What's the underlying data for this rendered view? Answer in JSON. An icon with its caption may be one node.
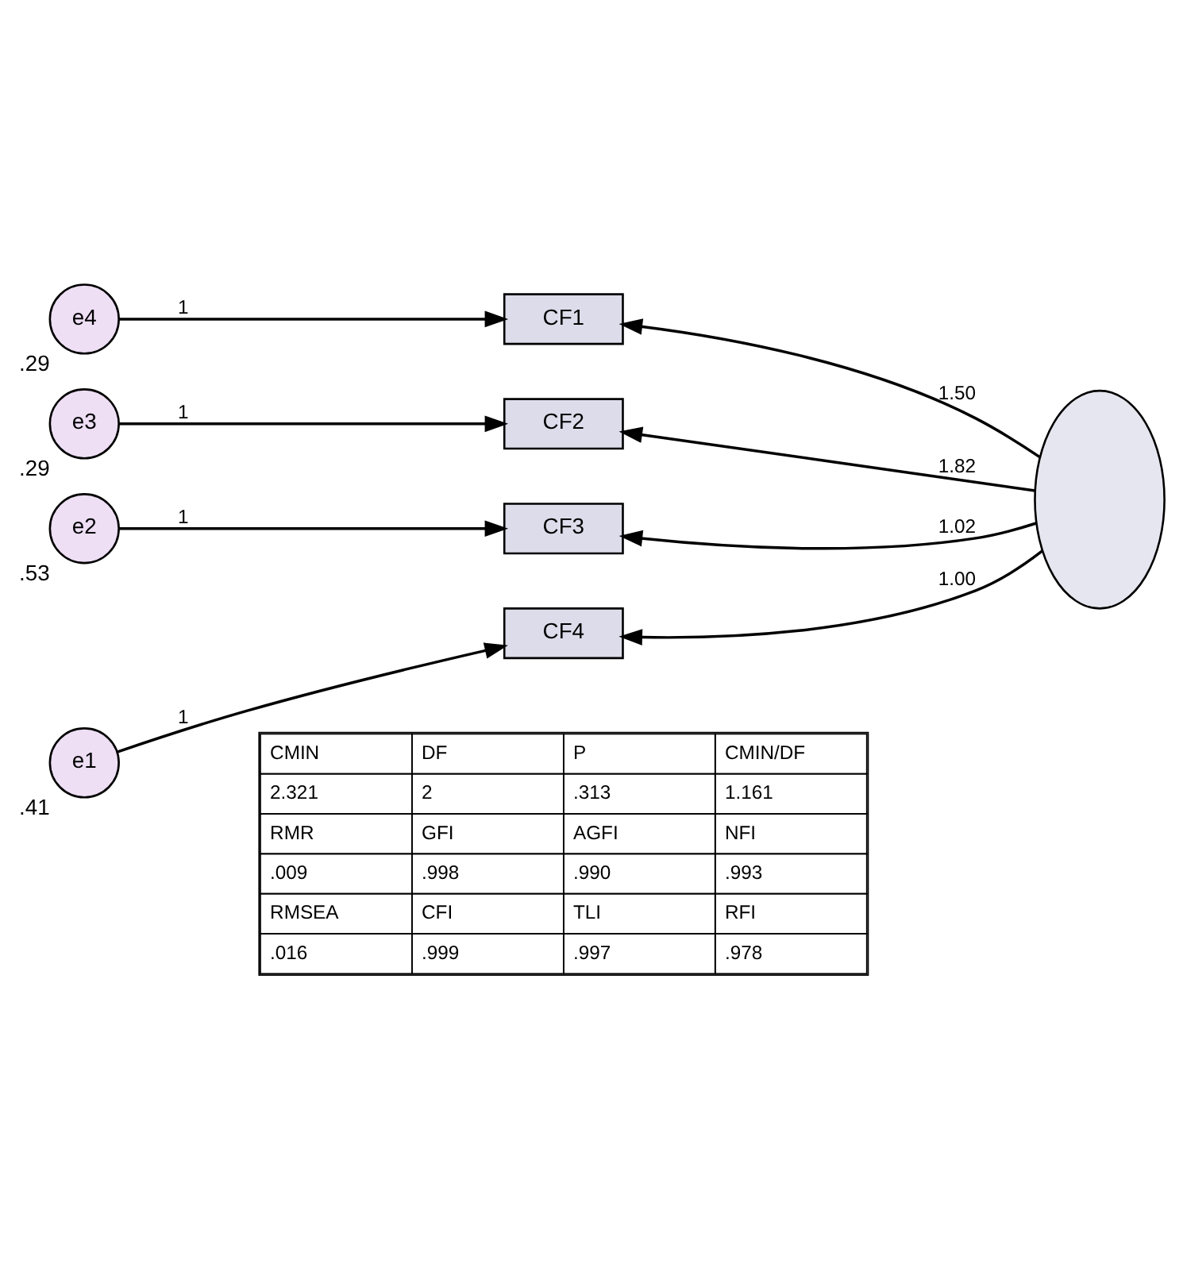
{
  "diagram": {
    "nodes": [
      {
        "text": [
          "e4"
        ],
        "beside": [
          ".29"
        ]
      },
      {
        "text": [
          "e3"
        ],
        "beside": [
          ".29"
        ]
      },
      {
        "text": [
          "e2"
        ],
        "beside": [
          ".53"
        ]
      },
      {
        "text": [
          "e1"
        ],
        "beside": [
          ".41"
        ]
      },
      {
        "text": [
          "CF1"
        ]
      },
      {
        "text": [
          "CF2"
        ]
      },
      {
        "text": [
          "CF3"
        ]
      },
      {
        "text": [
          "CF4"
        ]
      },
      {
        "text": [],
        "shape": "ellipse"
      }
    ],
    "edges": [
      {
        "from": 0,
        "to": 4,
        "arrow": "to",
        "label": "1"
      },
      {
        "from": 1,
        "to": 5,
        "arrow": "to",
        "label": "1"
      },
      {
        "from": 2,
        "to": 6,
        "arrow": "to",
        "label": "1"
      },
      {
        "from": 3,
        "to": 7,
        "arrow": "to",
        "label": "1"
      },
      {
        "from": 8,
        "to": 4,
        "arrow": "to",
        "label": "1.50"
      },
      {
        "from": 8,
        "to": 5,
        "arrow": "to",
        "label": "1.82"
      },
      {
        "from": 8,
        "to": 6,
        "arrow": "to",
        "label": "1.02"
      },
      {
        "from": 8,
        "to": 7,
        "arrow": "to",
        "label": "1.00"
      }
    ],
    "labels": [
      "CMIN",
      "DF",
      "P",
      "CMIN/DF",
      "2.321",
      "2",
      ".313",
      "1.161",
      "RMR",
      "GFI",
      "AGFI",
      "NFI",
      ".009",
      ".998",
      ".990",
      ".993",
      "RMSEA",
      "CFI",
      "TLI",
      "RFI",
      ".016",
      ".999",
      ".997",
      ".978"
    ]
  }
}
